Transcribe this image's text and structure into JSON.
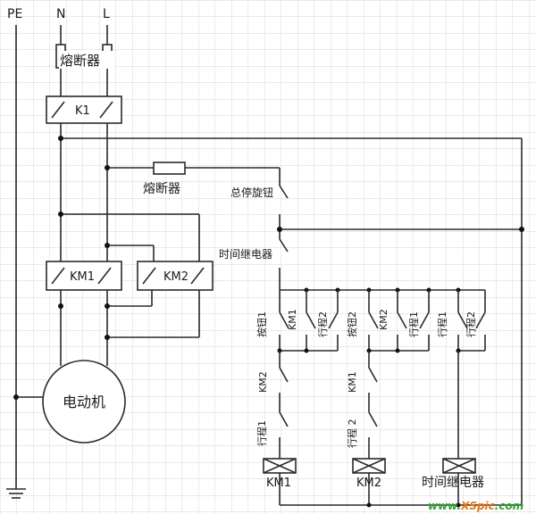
{
  "rails": {
    "pe": "PE",
    "n": "N",
    "l": "L"
  },
  "power": {
    "fuse_main": "熔断器",
    "switch_main": "K1",
    "fuse_control": "熔断器",
    "contactor_1": "KM1",
    "contactor_2": "KM2",
    "motor": "电动机"
  },
  "control": {
    "master_stop": "总停旋钮",
    "timer_contact": "时间继电器",
    "branch1": {
      "button": "按钮1",
      "km": "KM1",
      "limit": "行程2",
      "interlock": "KM2",
      "limit_series": "行程1",
      "coil": "KM1"
    },
    "branch2": {
      "button": "按钮2",
      "km": "KM2",
      "limit": "行程1",
      "interlock": "KM1",
      "limit_series": "行程 2",
      "coil": "KM2"
    },
    "branch3": {
      "limit_a": "行程1",
      "limit_b": "行程2",
      "coil": "时间继电器"
    }
  },
  "watermark": {
    "www": "www.",
    "brand": "XSpic",
    "tld": ".com"
  }
}
